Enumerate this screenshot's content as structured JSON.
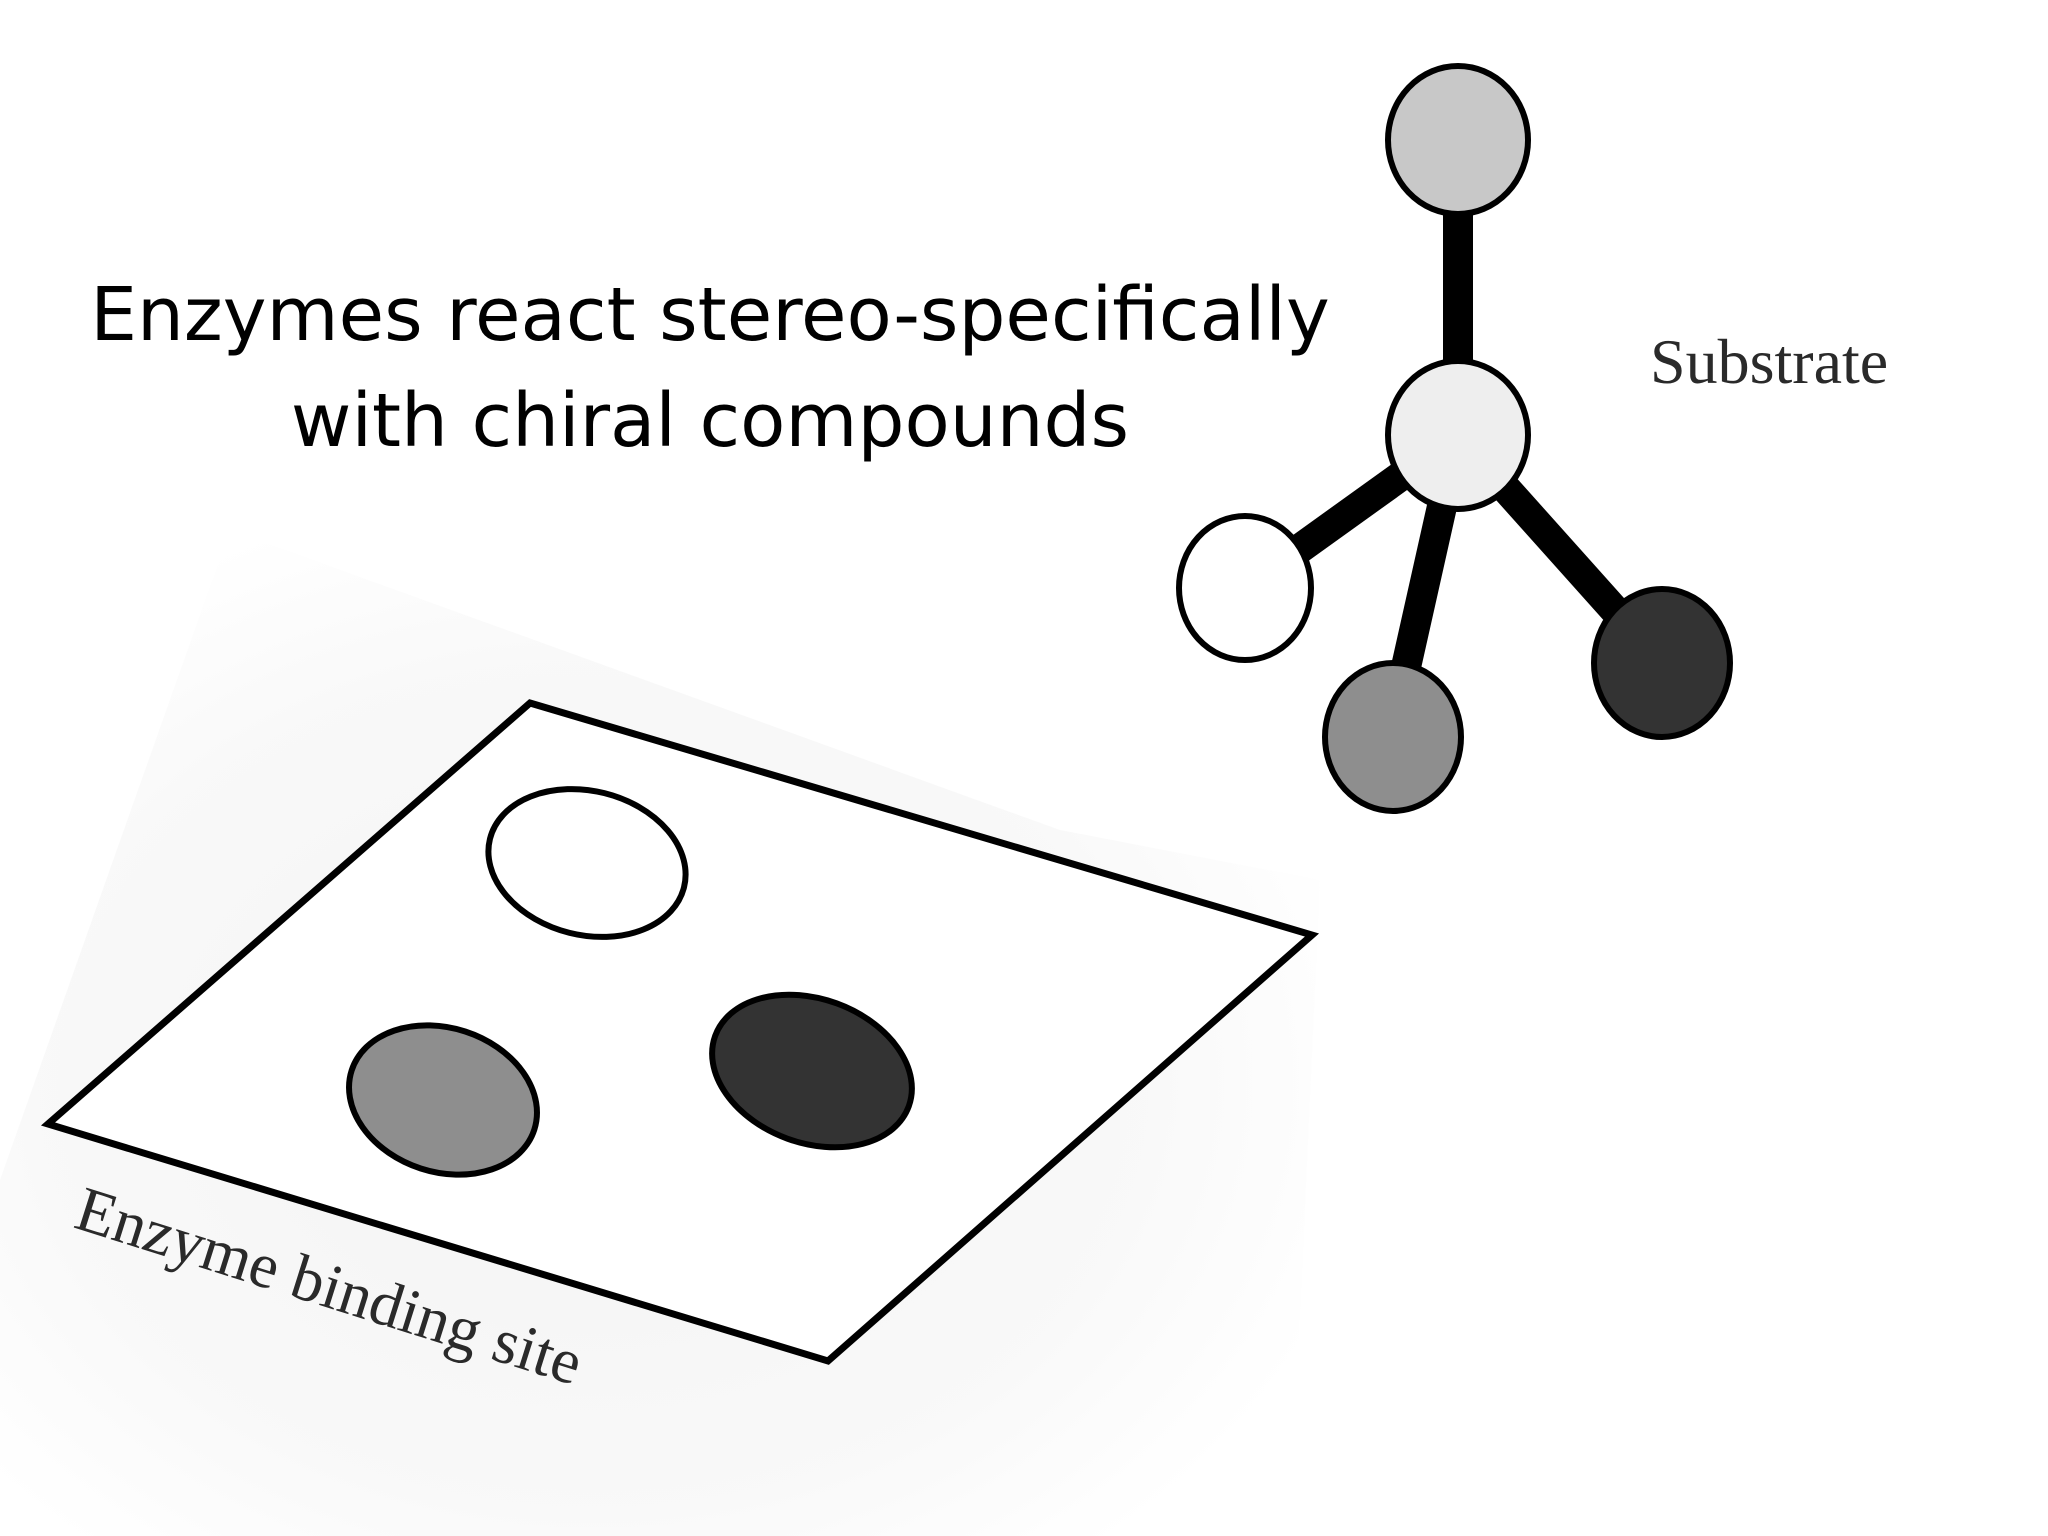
{
  "title": {
    "line1": "Enzymes react stereo-specifically",
    "line2": "with chiral compounds"
  },
  "labels": {
    "substrate": "Substrate",
    "binding_site": "Enzyme binding site"
  },
  "colors": {
    "light_gray_atom": "#c8c8c8",
    "center_atom": "#eeeeee",
    "white_atom": "#ffffff",
    "mid_gray_atom": "#8e8e8e",
    "dark_atom": "#333333",
    "bond": "#000000",
    "outline": "#000000"
  }
}
